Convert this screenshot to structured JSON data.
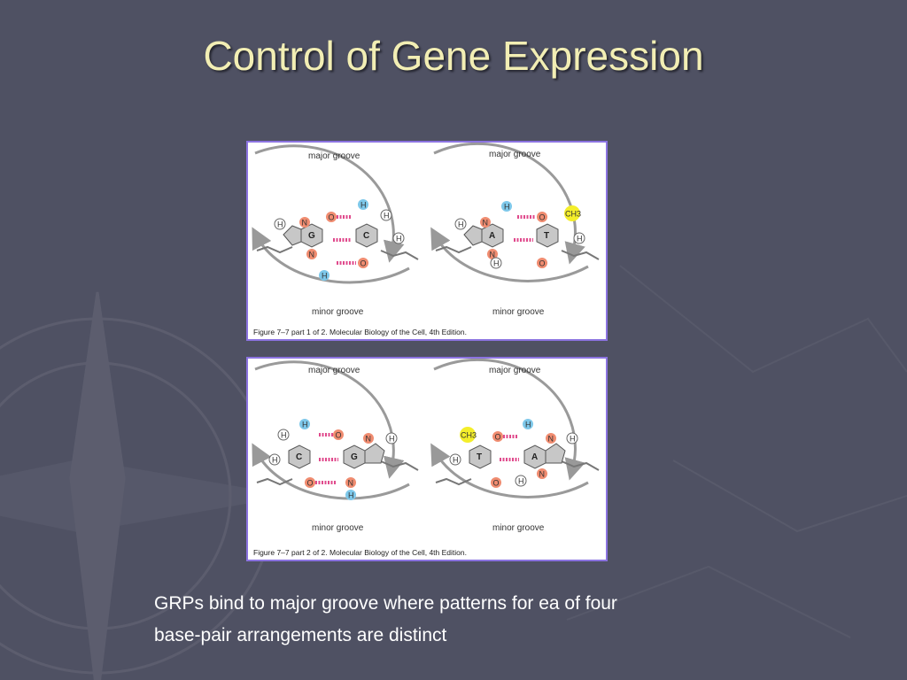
{
  "slide": {
    "title": "Control of Gene Expression",
    "body_lines": [
      "GRPs bind to major groove where patterns for ea of four",
      "base-pair arrangements are distinct"
    ]
  },
  "figures": [
    {
      "caption": "Figure 7–7 part 1 of 2. Molecular Biology of the Cell, 4th Edition.",
      "panels": [
        {
          "major_label": "major groove",
          "minor_label": "minor groove",
          "bases": [
            "G",
            "C"
          ]
        },
        {
          "major_label": "major groove",
          "minor_label": "minor groove",
          "bases": [
            "A",
            "T"
          ],
          "methyl": "CH3"
        }
      ]
    },
    {
      "caption": "Figure 7–7 part 2 of 2. Molecular Biology of the Cell, 4th Edition.",
      "panels": [
        {
          "major_label": "major groove",
          "minor_label": "minor groove",
          "bases": [
            "C",
            "G"
          ]
        },
        {
          "major_label": "major groove",
          "minor_label": "minor groove",
          "bases": [
            "T",
            "A"
          ],
          "methyl": "CH3"
        }
      ]
    }
  ],
  "atoms": {
    "H": "H",
    "N": "N",
    "O": "O"
  },
  "colors": {
    "background": "#4f5163",
    "title": "#f2eeb4",
    "frame": "#8b73e0",
    "nitrogen_acceptor": "#f08c70",
    "hydrogen_donor": "#7ec8ea",
    "methyl": "#f4ee2a",
    "bond": "#e04a8c"
  }
}
